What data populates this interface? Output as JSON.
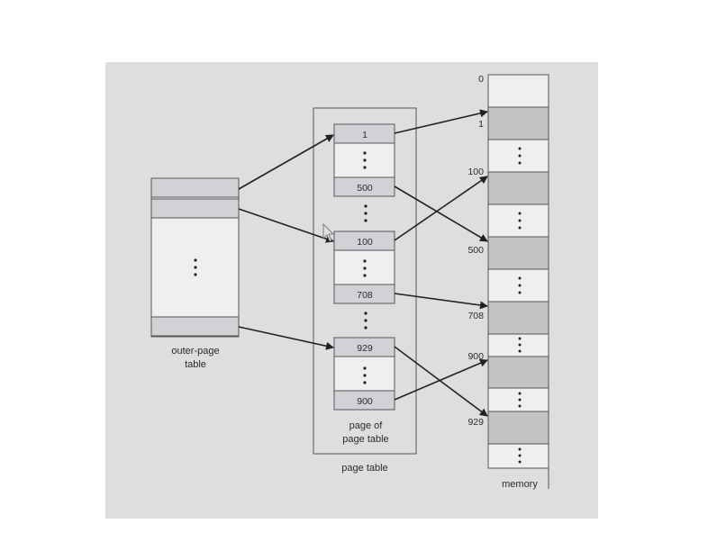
{
  "labels": {
    "outer_page_table": [
      "outer-page",
      "table"
    ],
    "page_of_page_table": [
      "page of",
      "page table"
    ],
    "page_table": "page table",
    "memory": "memory"
  },
  "page_entries": {
    "group1": {
      "top": "1",
      "bottom": "500"
    },
    "group2": {
      "top": "100",
      "bottom": "708"
    },
    "group3": {
      "top": "929",
      "bottom": "900"
    }
  },
  "memory_addresses": [
    "0",
    "1",
    "100",
    "500",
    "708",
    "900",
    "929"
  ]
}
